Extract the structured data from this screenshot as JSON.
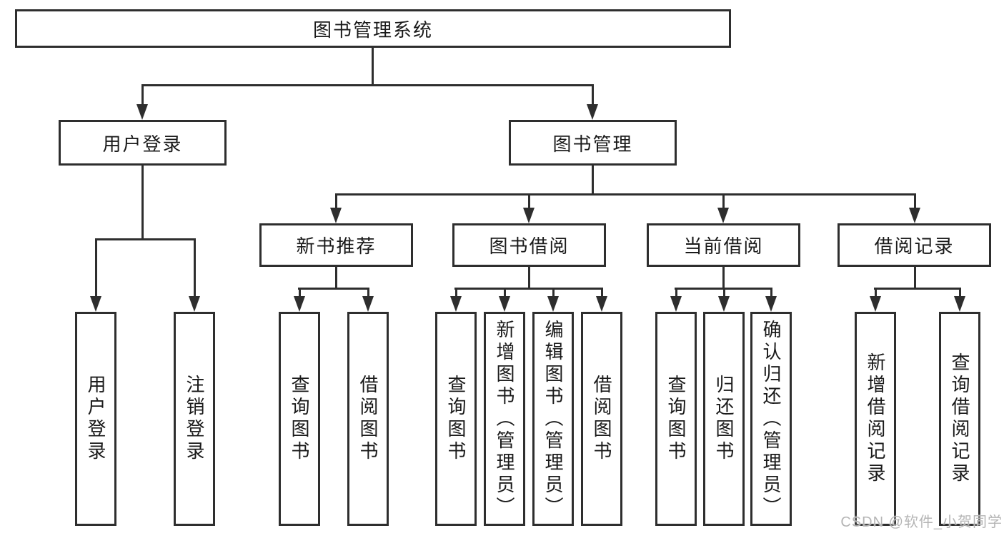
{
  "tree": {
    "label": "图书管理系统",
    "children": [
      {
        "label": "用户登录",
        "children": [
          {
            "label": "用户登录"
          },
          {
            "label": "注销登录"
          }
        ]
      },
      {
        "label": "图书管理",
        "children": [
          {
            "label": "新书推荐",
            "children": [
              {
                "label": "查询图书"
              },
              {
                "label": "借阅图书"
              }
            ]
          },
          {
            "label": "图书借阅",
            "children": [
              {
                "label": "查询图书"
              },
              {
                "label": "新增图书（管理员）"
              },
              {
                "label": "编辑图书（管理员）"
              },
              {
                "label": "借阅图书"
              }
            ]
          },
          {
            "label": "当前借阅",
            "children": [
              {
                "label": "查询图书"
              },
              {
                "label": "归还图书"
              },
              {
                "label": "确认归还（管理员）"
              }
            ]
          },
          {
            "label": "借阅记录",
            "children": [
              {
                "label": "新增借阅记录"
              },
              {
                "label": "查询借阅记录"
              }
            ]
          }
        ]
      }
    ]
  },
  "watermark": {
    "text": "CSDN @软件_小贺同学"
  },
  "colors": {
    "line": "#2e2e2e",
    "text": "#1a1a1a",
    "watermark": "#b5b5b5",
    "background": "#ffffff"
  }
}
